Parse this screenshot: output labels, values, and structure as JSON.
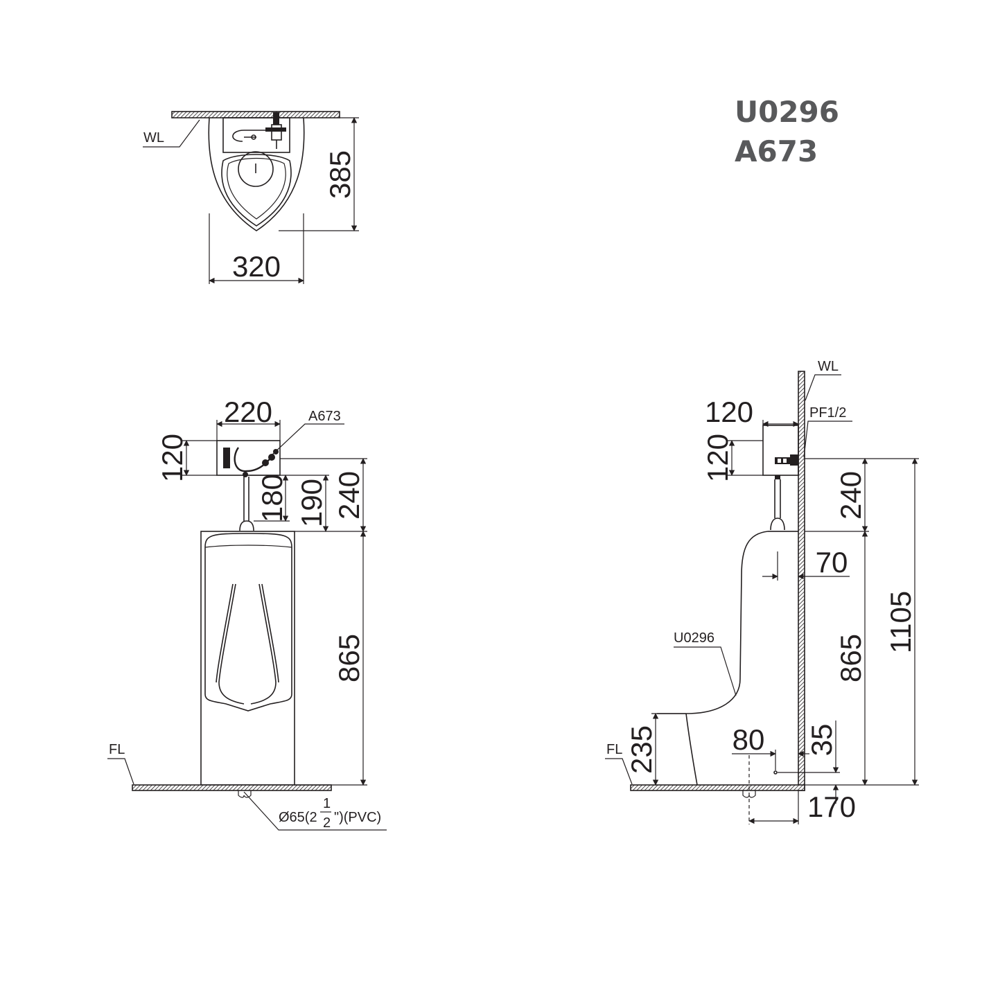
{
  "models": {
    "urinal": "U0296",
    "sensor": "A673"
  },
  "top_view": {
    "wall_label": "WL",
    "depth": "385",
    "width": "320"
  },
  "front_view": {
    "sensor_label": "A673",
    "sensor_width": "220",
    "sensor_height": "120",
    "dim_180": "180",
    "dim_190": "190",
    "dim_240": "240",
    "dim_865": "865",
    "floor_label": "FL",
    "drain": {
      "prefix": "Ø65(2",
      "frac_num": "1",
      "frac_den": "2",
      "suffix": "\")(PVC)"
    }
  },
  "side_view": {
    "wall_label": "WL",
    "supply_label": "PF1/2",
    "sensor_depth": "120",
    "sensor_height": "120",
    "dim_240": "240",
    "dim_70": "70",
    "dim_865": "865",
    "dim_1105": "1105",
    "urinal_label": "U0296",
    "dim_235": "235",
    "dim_80": "80",
    "dim_35": "35",
    "dim_170": "170",
    "floor_label": "FL"
  }
}
